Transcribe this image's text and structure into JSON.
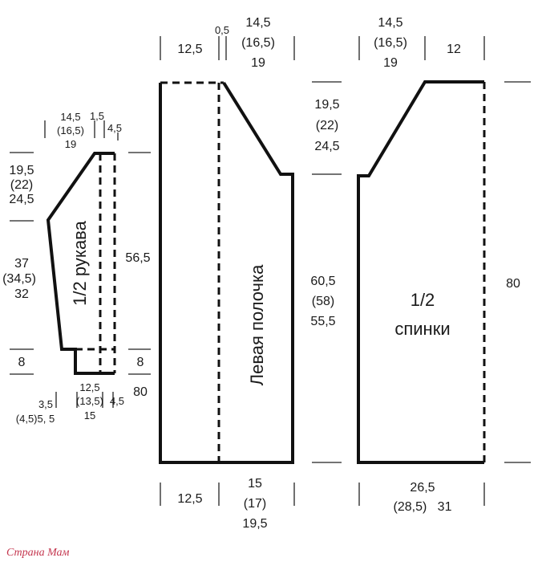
{
  "sleeve": {
    "label": "1/2 рукава",
    "top_width": [
      "14,5",
      "(16,5)",
      "19"
    ],
    "top_small": "1,5",
    "top_right": "4,5",
    "cap_height": [
      "19,5",
      "(22)",
      "24,5"
    ],
    "length": [
      "37",
      "(34,5)",
      "32"
    ],
    "cuff_height_left": "8",
    "cuff_height_right": "8",
    "total_height_right": "56,5",
    "bottom_small": [
      "3,5",
      "(4,5)5, 5"
    ],
    "bottom_width": [
      "12,5",
      "(13,5)",
      "15"
    ],
    "bottom_right": "4,5",
    "total_height": "80"
  },
  "front": {
    "label": "Левая полочка",
    "top_left": "12,5",
    "top_small": "0,5",
    "top_right": [
      "14,5",
      "(16,5)",
      "19"
    ],
    "bottom_left": "12,5",
    "bottom_right": [
      "15",
      "(17)",
      "19,5"
    ]
  },
  "middle": {
    "armhole_height": [
      "19,5",
      "(22)",
      "24,5"
    ],
    "side_length": [
      "60,5",
      "(58)",
      "55,5"
    ]
  },
  "back": {
    "label_line1": "1/2",
    "label_line2": "спинки",
    "top_left": [
      "14,5",
      "(16,5)",
      "19"
    ],
    "top_right": "12",
    "bottom_width": [
      "26,5",
      "(28,5)   31"
    ],
    "total_height": "80"
  },
  "watermark": "Страна Мам"
}
